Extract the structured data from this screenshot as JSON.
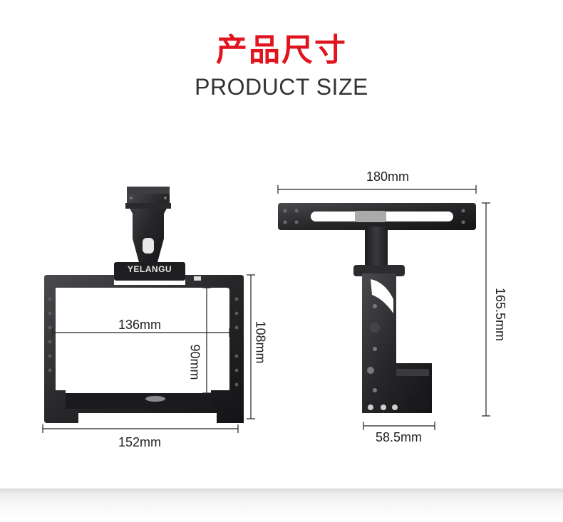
{
  "title_cn": "产品尺寸",
  "title_en": "PRODUCT SIZE",
  "brand": "YELANGU",
  "dimensions": {
    "inner_width": "136mm",
    "inner_height": "90mm",
    "outer_width": "152mm",
    "outer_height": "108mm",
    "handle_length": "180mm",
    "total_height": "165.5mm",
    "depth": "58.5mm"
  },
  "colors": {
    "title_red": "#e0141e",
    "metal": "#2a2a2c"
  }
}
